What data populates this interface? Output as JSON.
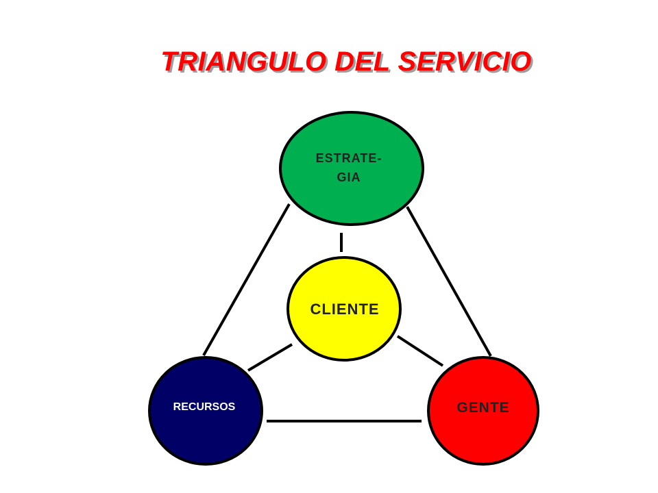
{
  "title": "TRIANGULO DEL SERVICIO",
  "colors": {
    "title": "#ff0000",
    "estrategia": "#00b050",
    "cliente": "#ffff00",
    "recursos": "#000066",
    "gente": "#ff0000",
    "outline": "#000000",
    "recursos_text": "#ffffff",
    "dark_text": "#222222"
  },
  "nodes": {
    "estrategia": {
      "lines": [
        "ESTRATE-",
        "GIA"
      ]
    },
    "cliente": {
      "label": "CLIENTE"
    },
    "recursos": {
      "label": "RECURSOS"
    },
    "gente": {
      "label": "GENTE"
    }
  }
}
